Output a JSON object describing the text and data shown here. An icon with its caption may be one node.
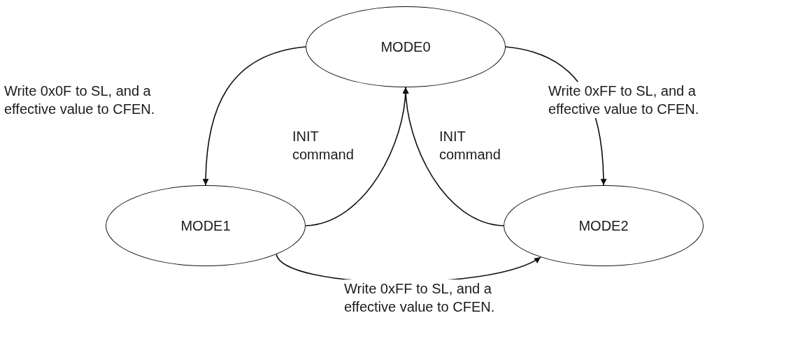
{
  "diagram": {
    "nodes": [
      {
        "text": [
          "MODE0"
        ]
      },
      {
        "text": [
          "MODE1"
        ]
      },
      {
        "text": [
          "MODE2"
        ]
      }
    ],
    "edges": [
      {
        "from": 0,
        "to": 1,
        "arrow": "to",
        "label": "Write 0x0F to SL, and a effective value to CFEN."
      },
      {
        "from": 1,
        "to": 0,
        "arrow": "to",
        "label": "INIT command"
      },
      {
        "from": 2,
        "to": 0,
        "arrow": "to",
        "label": "INIT command"
      },
      {
        "from": 0,
        "to": 2,
        "arrow": "to",
        "label": "Write 0xFF to SL, and a effective value to CFEN."
      },
      {
        "from": 1,
        "to": 2,
        "arrow": "to",
        "label": "Write 0xFF to SL, and a effective value to CFEN."
      }
    ]
  }
}
